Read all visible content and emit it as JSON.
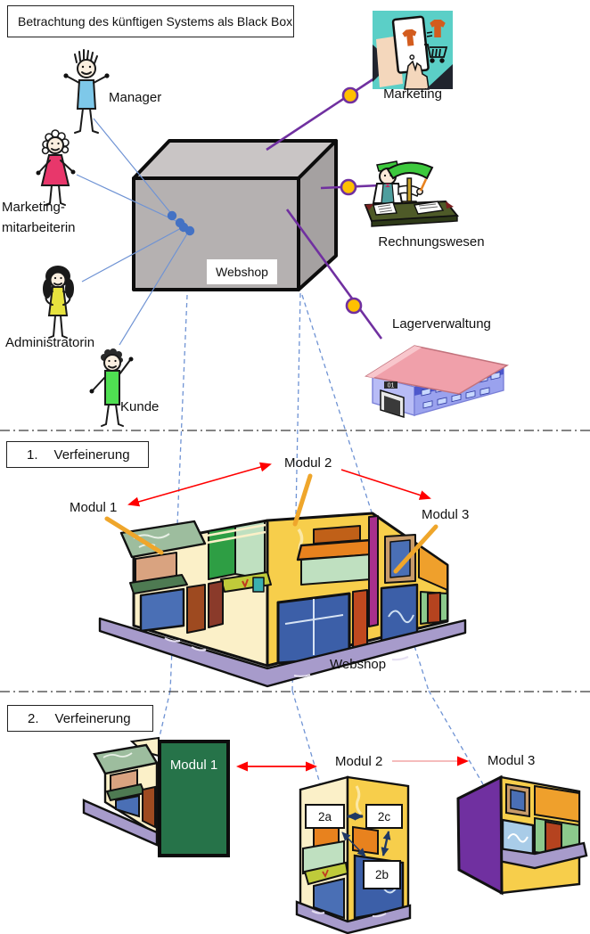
{
  "title": "Betrachtung des künftigen Systems als Black Box",
  "black_box_view": {
    "system_label": "Webshop",
    "actors": [
      {
        "label": "Manager"
      },
      {
        "label": "Marketing-mitarbeiterin"
      },
      {
        "label": "Administratorin"
      },
      {
        "label": "Kunde"
      }
    ],
    "external_systems": [
      {
        "label": "Marketing"
      },
      {
        "label": "Rechnungswesen"
      },
      {
        "label": "Lagerverwaltung"
      }
    ],
    "warehouse_number": "01"
  },
  "refinement_1": {
    "step_number": "1.",
    "step_label": "Verfeinerung",
    "modules": [
      {
        "label": "Modul 1"
      },
      {
        "label": "Modul 2"
      },
      {
        "label": "Modul 3"
      }
    ],
    "building_label": "Webshop"
  },
  "refinement_2": {
    "step_number": "2.",
    "step_label": "Verfeinerung",
    "modules": [
      {
        "label": "Modul 1"
      },
      {
        "label": "Modul 2"
      },
      {
        "label": "Modul 3"
      }
    ],
    "submodules": [
      {
        "label": "2a"
      },
      {
        "label": "2b"
      },
      {
        "label": "2c"
      }
    ]
  },
  "icons": {
    "marketing": "smartphone-shopping-icon",
    "rechnungswesen": "accountant-desk-icon",
    "lagerverwaltung": "warehouse-icon",
    "webshop": "shop-building-illustration"
  },
  "colors": {
    "interface_line": "#7030A0",
    "interface_port_fill": "#FFC000",
    "actor_link": "#6F93D4",
    "port_dot": "#4472C4",
    "projection_line": "#6F93D4",
    "module_arrow": "#FF0000",
    "submodule_arrow": "#1F3864",
    "callout": "#EFA62B",
    "module1_overlay": "#267349",
    "module3_cut_face": "#7030A0",
    "box_front": "#B5B1B1",
    "box_top": "#C9C5C5",
    "box_side": "#A5A1A1"
  }
}
